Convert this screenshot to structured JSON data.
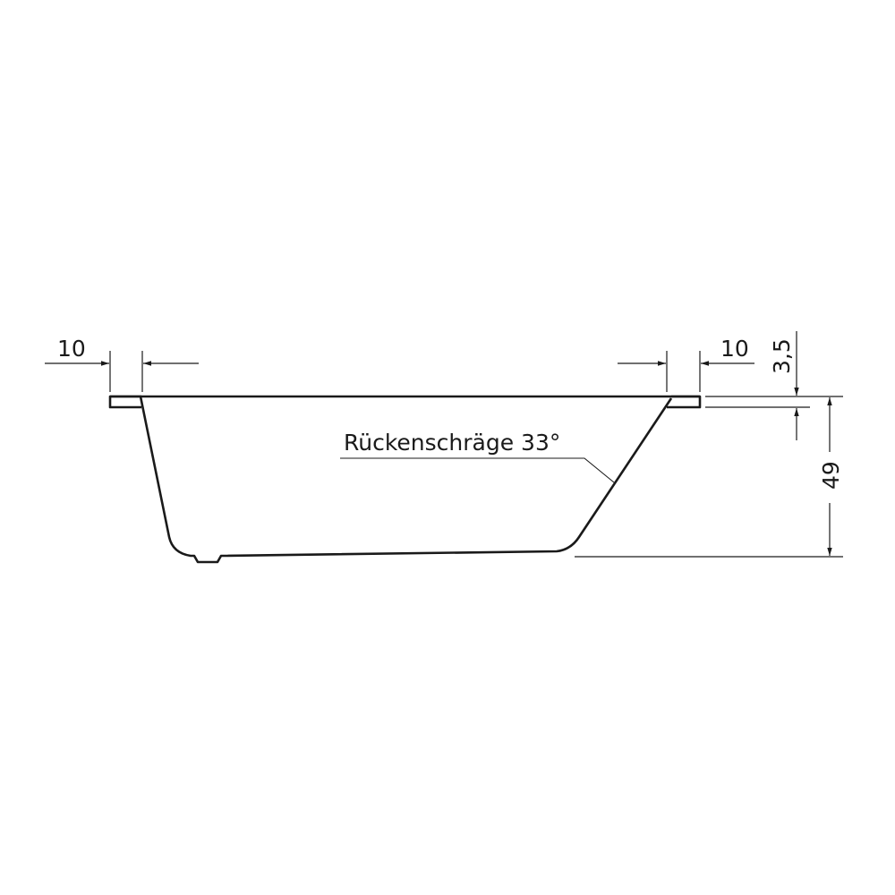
{
  "diagram": {
    "rim_width_left": "10",
    "rim_width_right": "10",
    "rim_thickness": "3,5",
    "depth": "49",
    "back_slope_label": "Rückenschräge 33°"
  },
  "colors": {
    "line": "#1a1a1a",
    "background": "#ffffff"
  }
}
